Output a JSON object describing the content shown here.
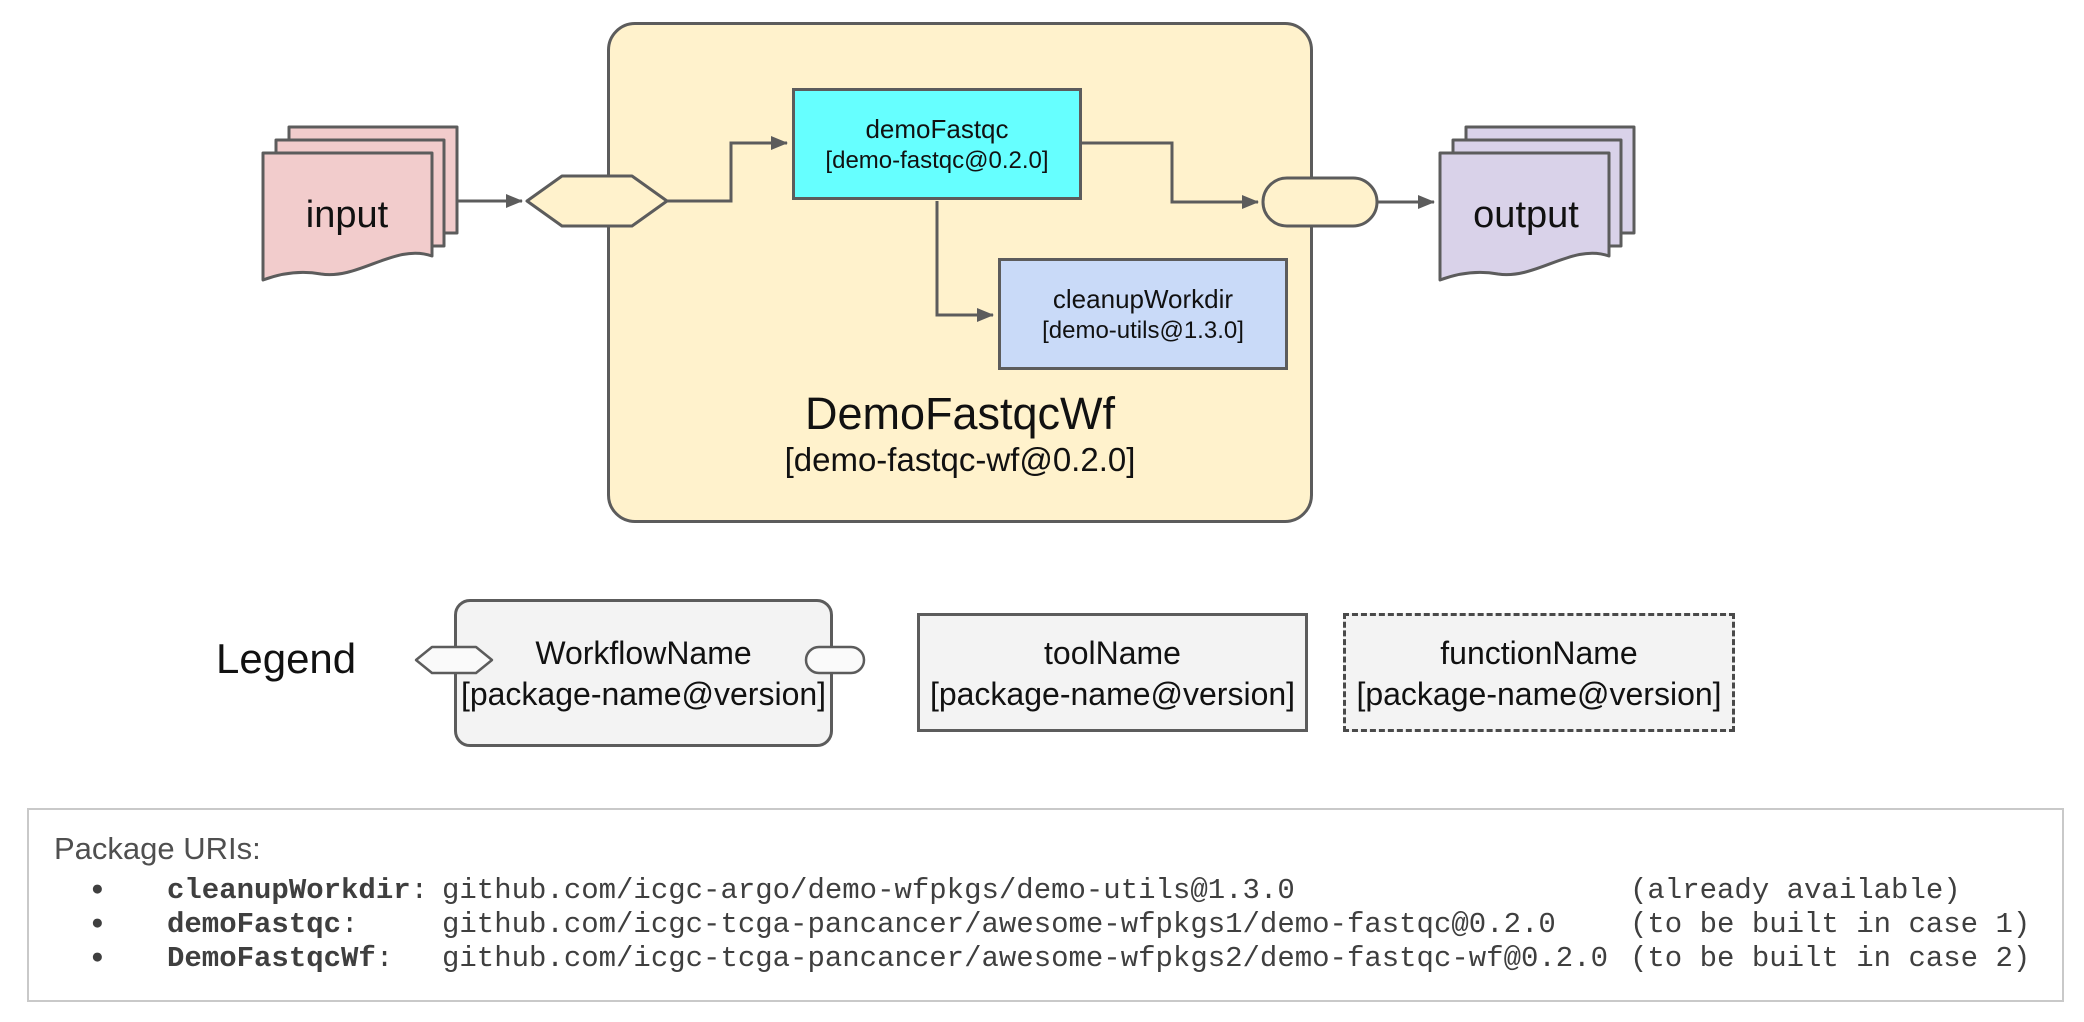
{
  "diagram": {
    "input_label": "input",
    "output_label": "output",
    "workflow": {
      "title": "DemoFastqcWf",
      "subtitle": "[demo-fastqc-wf@0.2.0]"
    },
    "nodes": {
      "demo_fastqc": {
        "name": "demoFastqc",
        "package": "[demo-fastqc@0.2.0]"
      },
      "cleanup_workdir": {
        "name": "cleanupWorkdir",
        "package": "[demo-utils@1.3.0]"
      }
    }
  },
  "legend": {
    "title": "Legend",
    "workflow": {
      "name": "WorkflowName",
      "package": "[package-name@version]"
    },
    "tool": {
      "name": "toolName",
      "package": "[package-name@version]"
    },
    "function": {
      "name": "functionName",
      "package": "[package-name@version]"
    }
  },
  "packages": {
    "heading": "Package URIs:",
    "bullet": "●",
    "separator": ":",
    "items": [
      {
        "name": "cleanupWorkdir",
        "uri": "github.com/icgc-argo/demo-wfpkgs/demo-utils@1.3.0",
        "note": "(already available)"
      },
      {
        "name": "demoFastqc",
        "uri": "github.com/icgc-tcga-pancancer/awesome-wfpkgs1/demo-fastqc@0.2.0",
        "note": "(to be built in case 1)"
      },
      {
        "name": "DemoFastqcWf",
        "uri": "github.com/icgc-tcga-pancancer/awesome-wfpkgs2/demo-fastqc-wf@0.2.0",
        "note": "(to be built in case 2)"
      }
    ]
  },
  "colors": {
    "container_fill": "#FFF2CC",
    "input_doc_fill": "#F2CCCC",
    "output_doc_fill": "#D9D2E9",
    "tool_node_fill": "#66FFFF",
    "function_node_fill": "#C9DAF8",
    "legend_box_fill": "#F3F3F3",
    "stroke": "#5c5c5c",
    "panel_border": "#c9c9c9"
  }
}
